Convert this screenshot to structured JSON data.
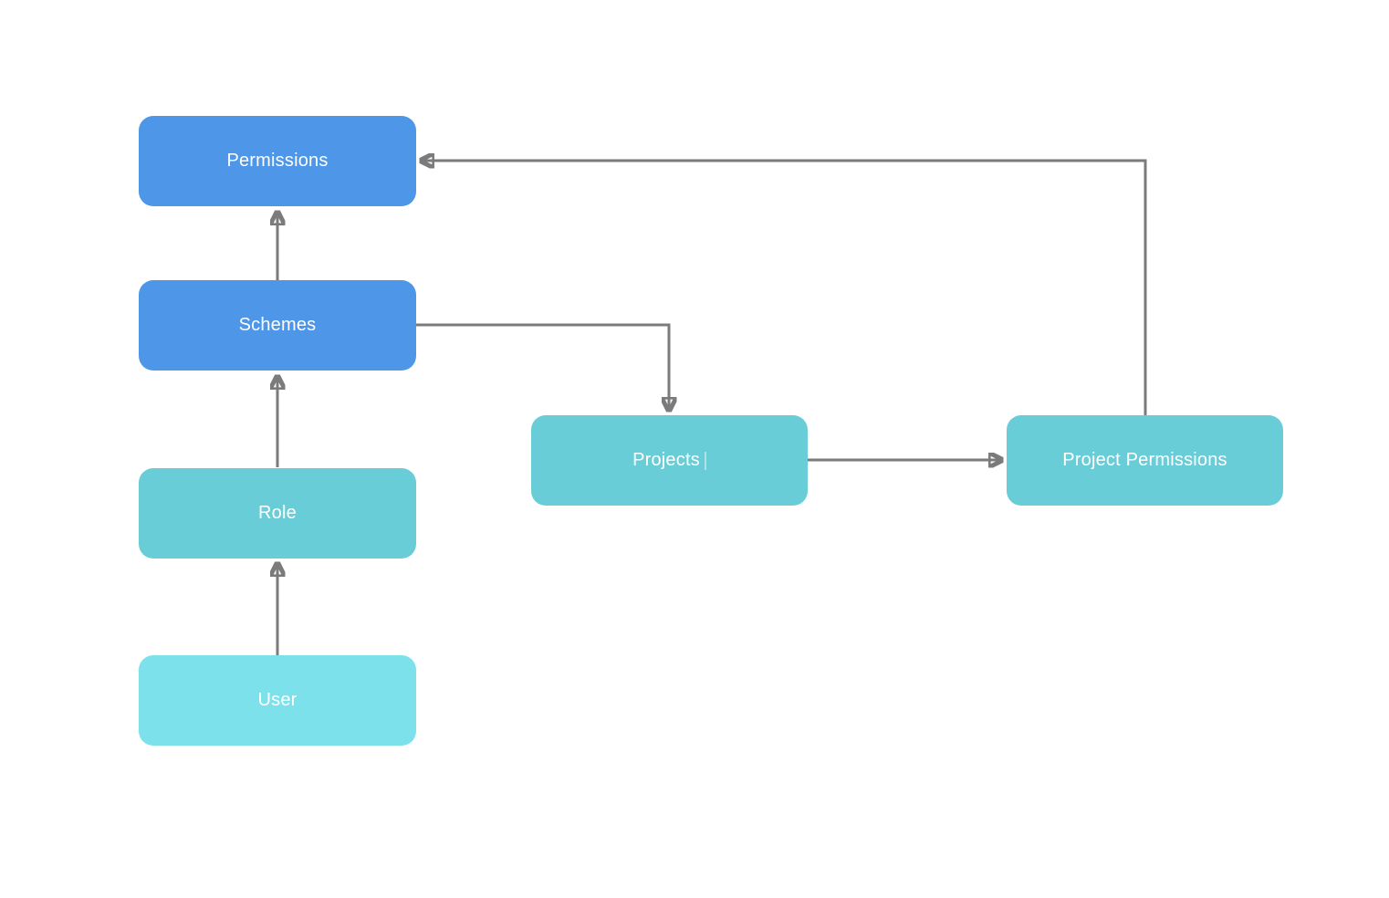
{
  "diagram": {
    "background": "#ffffff",
    "connector_color": "#7b7b7b",
    "nodes": [
      {
        "id": "permissions",
        "label": "Permissions",
        "color": "#4e96e8"
      },
      {
        "id": "schemes",
        "label": "Schemes",
        "color": "#4e96e8"
      },
      {
        "id": "role",
        "label": "Role",
        "color": "#68cdd7"
      },
      {
        "id": "user",
        "label": "User",
        "color": "#7ce1eb"
      },
      {
        "id": "projects",
        "label": "Projects",
        "color": "#68cdd7"
      },
      {
        "id": "project-permissions",
        "label": "Project Permissions",
        "color": "#68cdd7"
      }
    ],
    "edges": [
      {
        "from": "user",
        "to": "role",
        "direction": "up"
      },
      {
        "from": "role",
        "to": "schemes",
        "direction": "up"
      },
      {
        "from": "schemes",
        "to": "permissions",
        "direction": "up"
      },
      {
        "from": "schemes",
        "to": "projects",
        "direction": "right-then-down"
      },
      {
        "from": "projects",
        "to": "project-permissions",
        "direction": "right"
      },
      {
        "from": "project-permissions",
        "to": "permissions",
        "direction": "up-then-left"
      }
    ]
  }
}
